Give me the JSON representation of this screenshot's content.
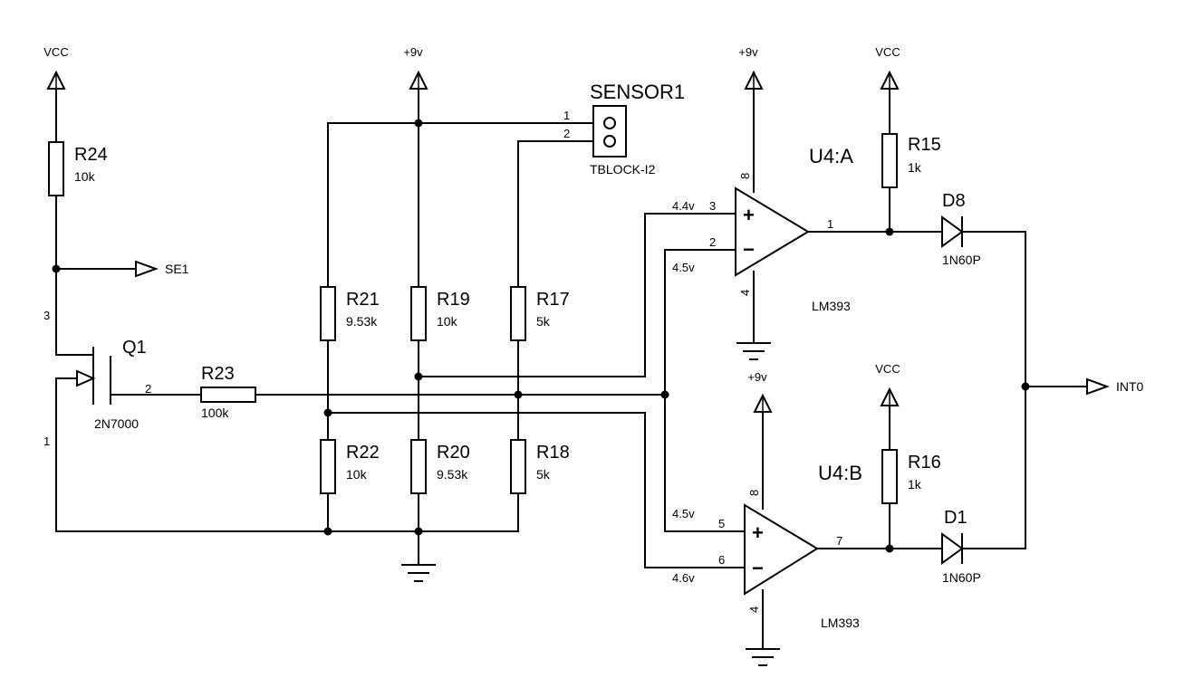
{
  "power": {
    "vcc_r24": "VCC",
    "vcc_r15": "VCC",
    "vcc_r16": "VCC",
    "v9_divider": "+9v",
    "v9_u4a": "+9v",
    "v9_u4b": "+9v"
  },
  "resistors": {
    "r24": {
      "ref": "R24",
      "value": "10k"
    },
    "r23": {
      "ref": "R23",
      "value": "100k"
    },
    "r21": {
      "ref": "R21",
      "value": "9.53k"
    },
    "r19": {
      "ref": "R19",
      "value": "10k"
    },
    "r17": {
      "ref": "R17",
      "value": "5k"
    },
    "r22": {
      "ref": "R22",
      "value": "10k"
    },
    "r20": {
      "ref": "R20",
      "value": "9.53k"
    },
    "r18": {
      "ref": "R18",
      "value": "5k"
    },
    "r15": {
      "ref": "R15",
      "value": "1k"
    },
    "r16": {
      "ref": "R16",
      "value": "1k"
    }
  },
  "transistor": {
    "ref": "Q1",
    "part": "2N7000",
    "pin_drain": "3",
    "pin_gate": "2",
    "pin_source": "1"
  },
  "sensor": {
    "ref": "SENSOR1",
    "part": "TBLOCK-I2",
    "pin1": "1",
    "pin2": "2"
  },
  "opamps": {
    "u4a": {
      "ref": "U4:A",
      "part": "LM393",
      "pin_plus": "3",
      "pin_minus": "2",
      "pin_out": "1",
      "pin_vcc": "8",
      "pin_gnd": "4",
      "plus_sign": "+",
      "minus_sign": "−"
    },
    "u4b": {
      "ref": "U4:B",
      "part": "LM393",
      "pin_plus": "5",
      "pin_minus": "6",
      "pin_out": "7",
      "pin_vcc": "8",
      "pin_gnd": "4",
      "plus_sign": "+",
      "minus_sign": "−"
    }
  },
  "diodes": {
    "d8": {
      "ref": "D8",
      "part": "1N60P"
    },
    "d1": {
      "ref": "D1",
      "part": "1N60P"
    }
  },
  "voltages": {
    "u4a_plus": "4.4v",
    "u4a_minus": "4.5v",
    "u4b_plus": "4.5v",
    "u4b_minus": "4.6v"
  },
  "nets": {
    "se1": "SE1",
    "int0": "INT0"
  }
}
